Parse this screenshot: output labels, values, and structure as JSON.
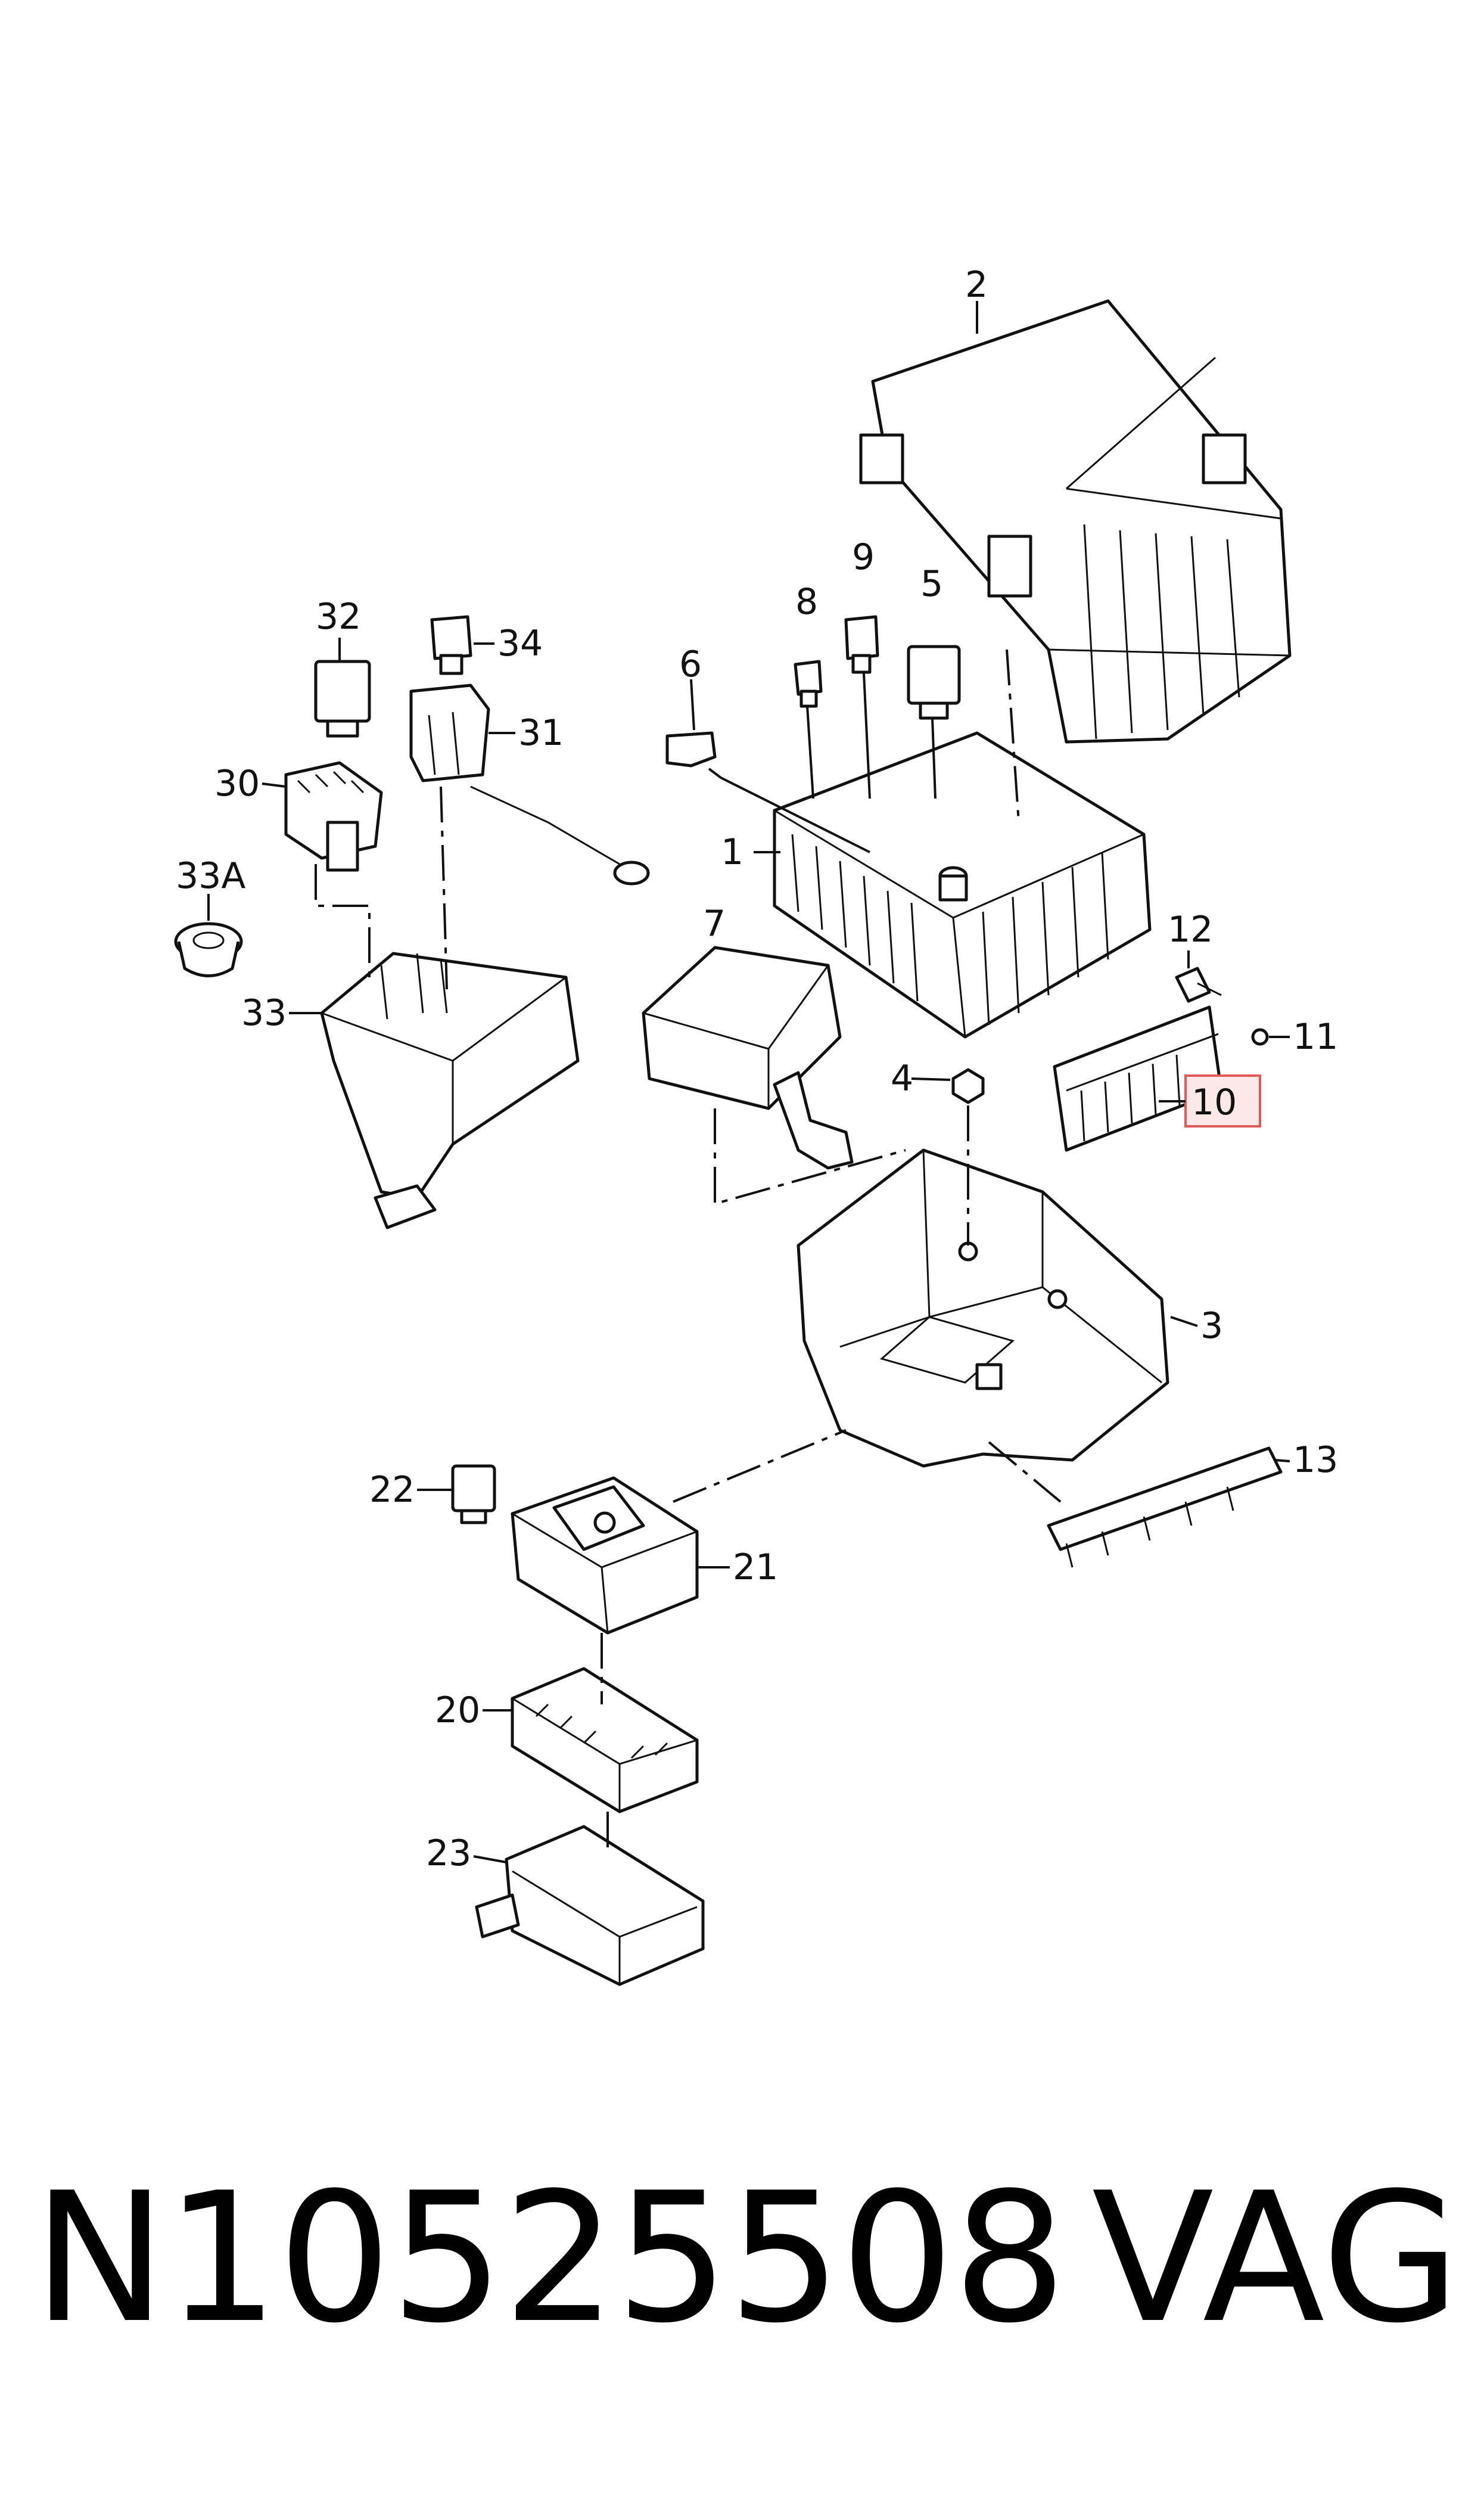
{
  "callouts": {
    "c1": "1",
    "c2": "2",
    "c3": "3",
    "c4": "4",
    "c5": "5",
    "c6": "6",
    "c7": "7",
    "c8": "8",
    "c9": "9",
    "c10": "10",
    "c11": "11",
    "c12": "12",
    "c13": "13",
    "c20": "20",
    "c21": "21",
    "c22": "22",
    "c23": "23",
    "c30": "30",
    "c31": "31",
    "c32": "32",
    "c33": "33",
    "c33a": "33A",
    "c34": "34"
  },
  "highlight": {
    "callout": "10",
    "fill": "#fde8e8",
    "stroke": "#e05a5a"
  },
  "footer": {
    "part_number": "N10525508",
    "brand": "VAG"
  }
}
